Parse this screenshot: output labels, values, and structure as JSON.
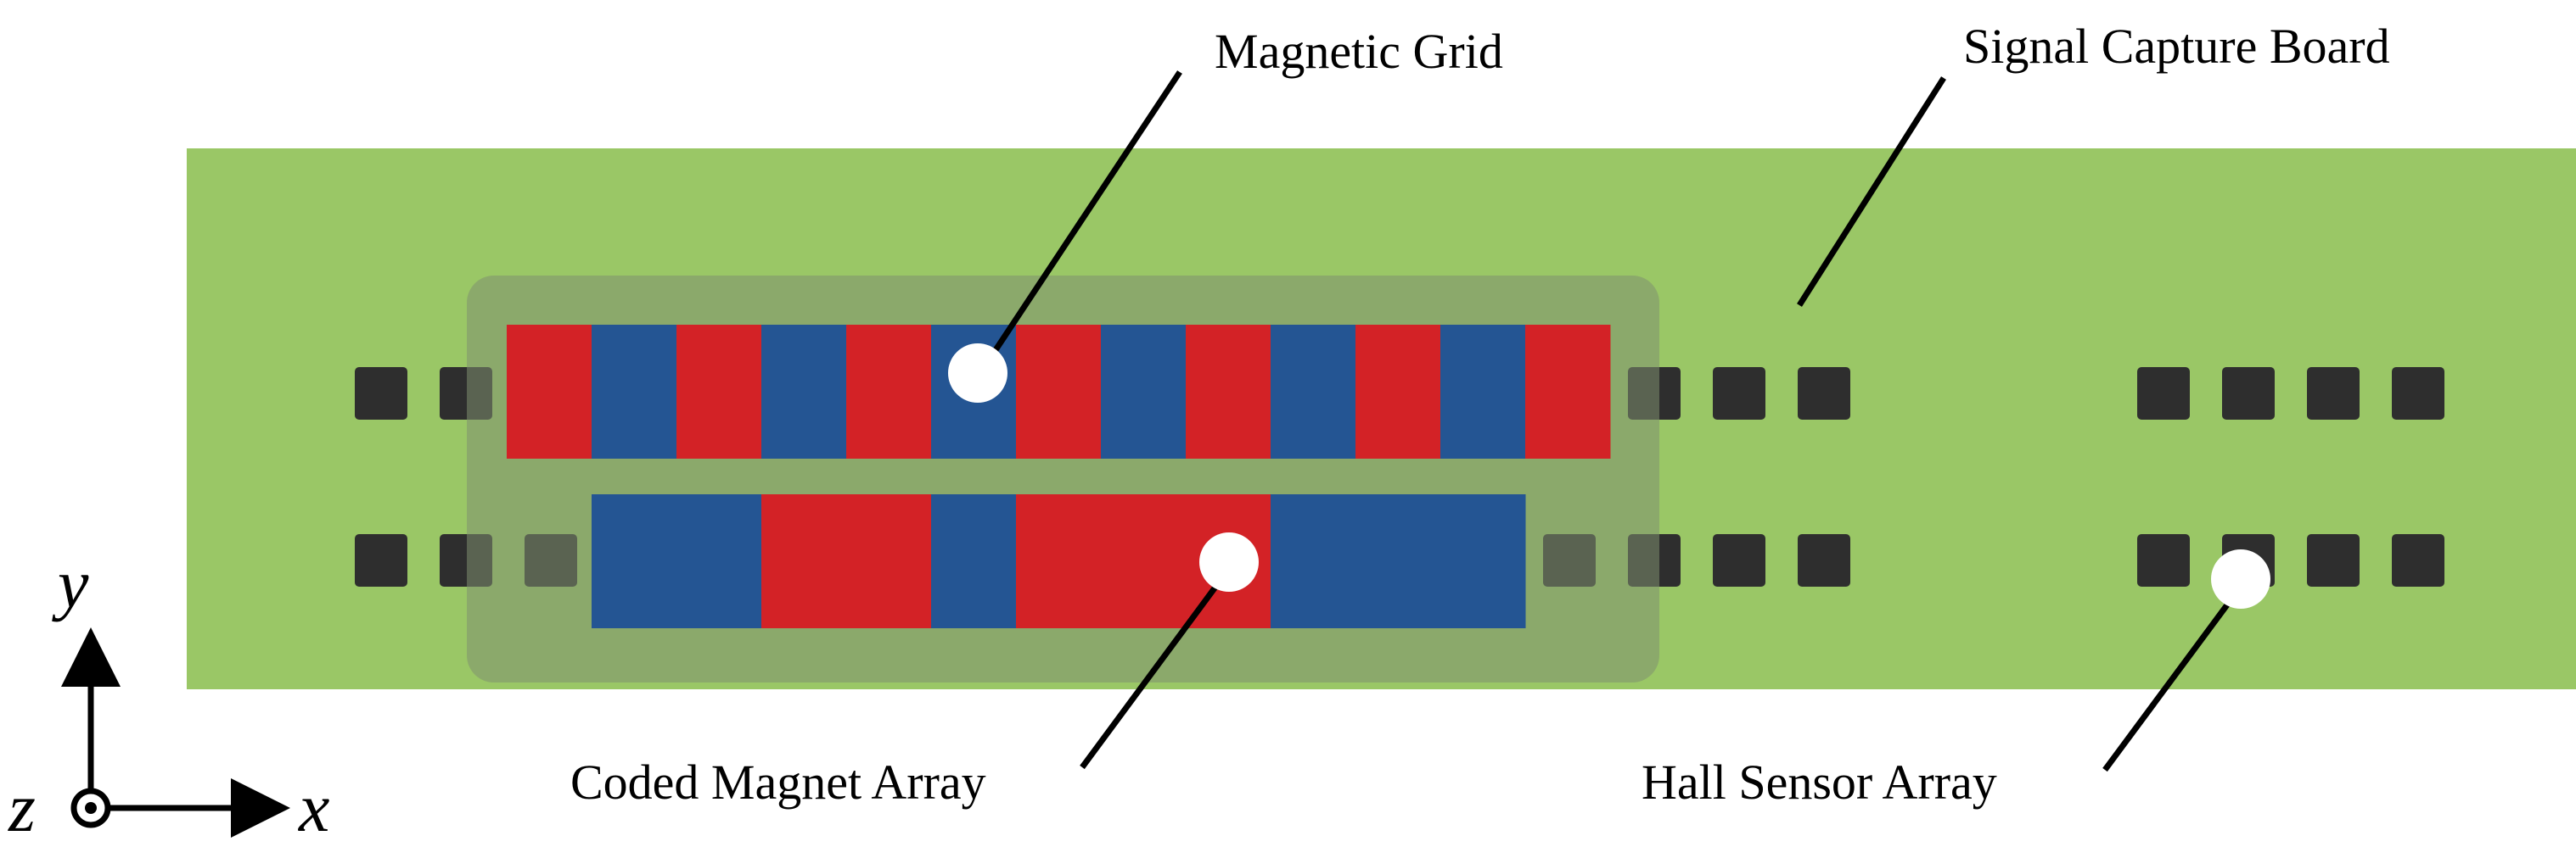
{
  "labels": {
    "magnetic_grid": "Magnetic Grid",
    "signal_capture_board": "Signal Capture Board",
    "coded_magnet_array": "Coded Magnet Array",
    "hall_sensor_array": "Hall Sensor Array"
  },
  "axes": {
    "x": "x",
    "y": "y",
    "z": "z"
  },
  "colors": {
    "board": "#9ac766",
    "mover": "#8aa87a",
    "magnet_red": "#d32226",
    "magnet_blue": "#245593",
    "sensor": "#2e2e2e",
    "marker": "#ffffff",
    "line": "#000000"
  },
  "magnetic_grid_poles": [
    "red",
    "blue",
    "red",
    "blue",
    "red",
    "blue",
    "red",
    "blue",
    "red",
    "blue",
    "red",
    "blue",
    "red"
  ],
  "coded_magnet_array_poles": [
    "blue",
    "blue",
    "red",
    "red",
    "blue",
    "red",
    "red",
    "red",
    "blue",
    "blue",
    "blue"
  ]
}
